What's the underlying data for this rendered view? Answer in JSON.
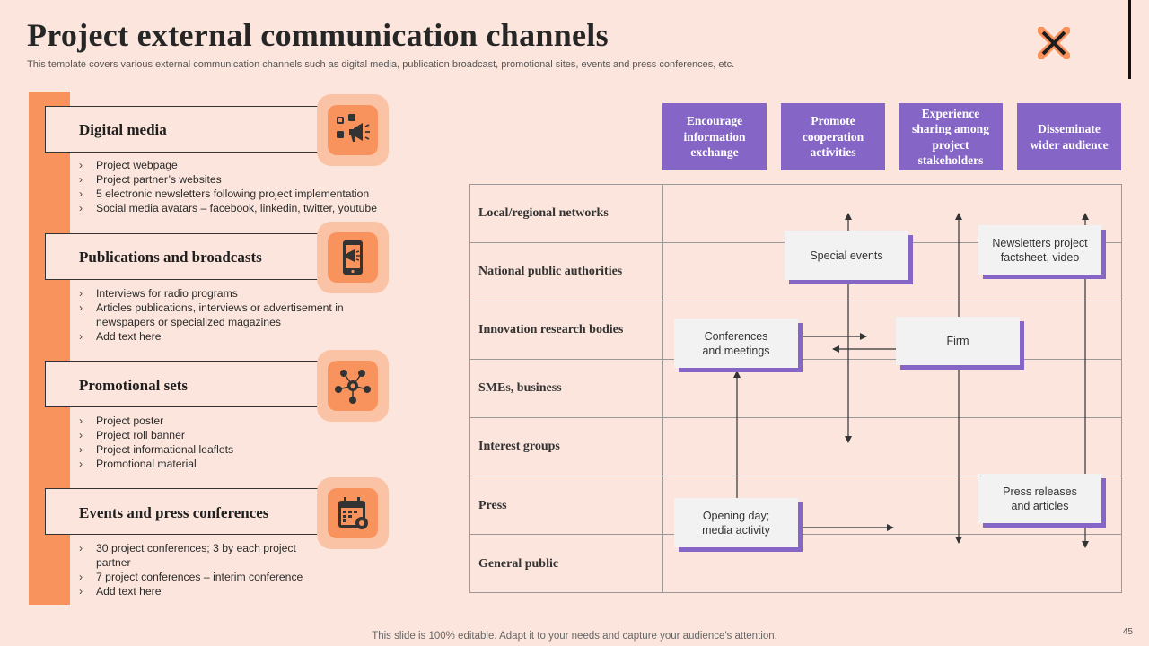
{
  "title": "Project external communication channels",
  "subtitle": "This template covers various external communication channels such as digital media, publication broadcast, promotional sites, events and press conferences, etc.",
  "sections": [
    {
      "title": "Digital media",
      "icon": "megaphone-social-icon",
      "bullets": [
        "Project webpage",
        "Project partner’s websites",
        "5 electronic newsletters following  project implementation",
        "Social media avatars – facebook, linkedin, twitter, youtube"
      ]
    },
    {
      "title": "Publications and broadcasts",
      "icon": "phone-broadcast-icon",
      "bullets": [
        "Interviews  for radio programs",
        "Articles publications,  interviews  or  advertisement  in newspapers  or specialized magazines",
        "Add text here"
      ]
    },
    {
      "title": "Promotional sets",
      "icon": "network-hub-icon",
      "bullets": [
        "Project poster",
        "Project roll banner",
        "Project informational  leaflets",
        "Promotional  material"
      ]
    },
    {
      "title": "Events and press conferences",
      "icon": "calendar-event-icon",
      "bullets": [
        "30 project conferences;  3 by each project partner",
        "7  project conferences  – interim conference",
        "Add text here"
      ]
    }
  ],
  "goals": [
    "Encourage information exchange",
    "Promote cooperation activities",
    "Experience sharing among project stakeholders",
    "Disseminate wider audience"
  ],
  "rows": [
    "Local/regional networks",
    "National public authorities",
    "Innovation research bodies",
    "SMEs, business",
    "Interest groups",
    "Press",
    "General public"
  ],
  "nodes": {
    "special_events": "Special events",
    "newsletters": "Newsletters project factsheet, video",
    "conferences": "Conferences and meetings",
    "firm": "Firm",
    "press_releases": "Press releases and articles",
    "opening_day": "Opening day; media activity"
  },
  "footer": "This slide is 100% editable. Adapt it to your needs and capture your audience's attention.",
  "page_number": "45",
  "colors": {
    "accent_orange": "#f9935d",
    "light_orange": "#fbc3a5",
    "purple": "#8566c7",
    "background": "#fce5dc"
  }
}
